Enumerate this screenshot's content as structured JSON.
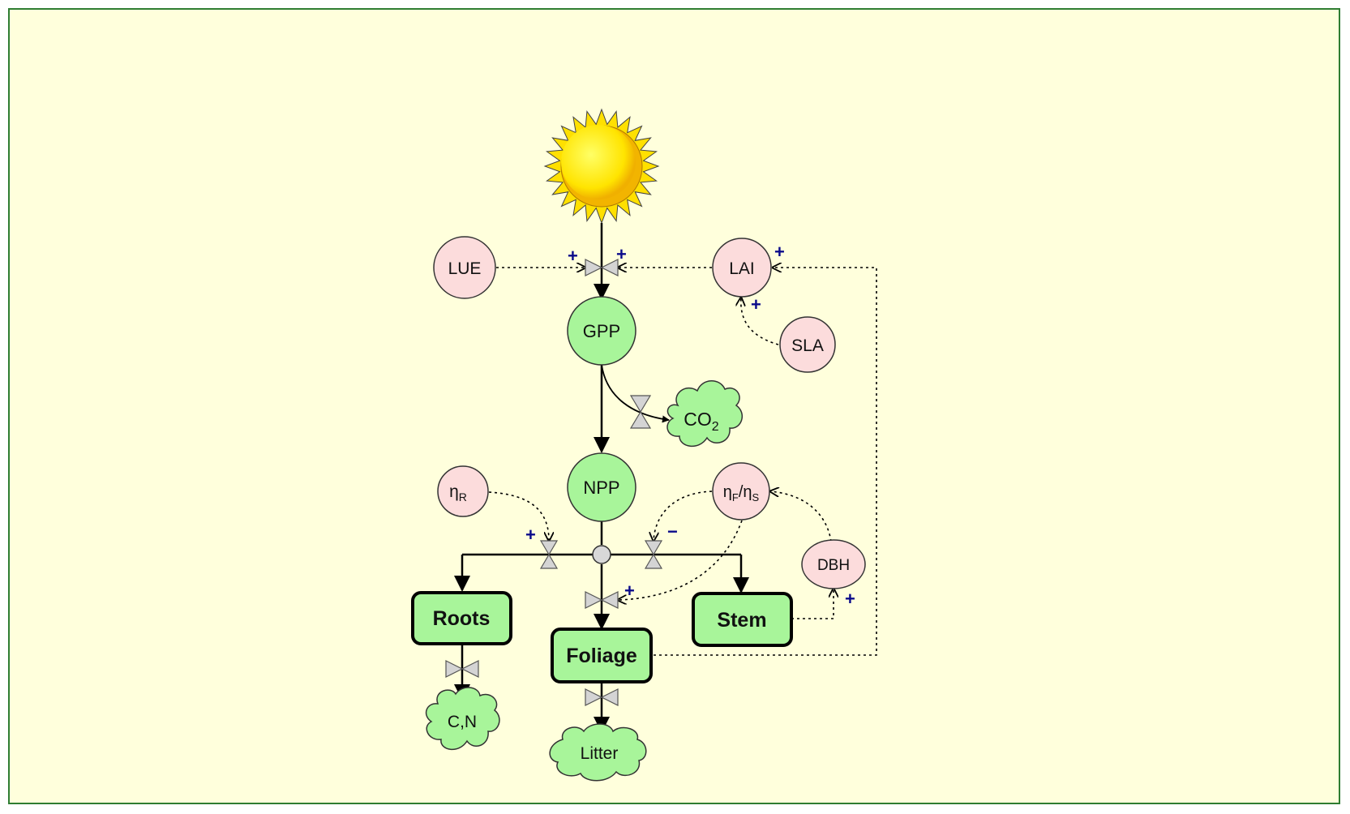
{
  "colors": {
    "background": "#ffffdc",
    "border": "#2f7d32",
    "aux_fill": "#fcdcdc",
    "stock_fill": "#a8f59a",
    "sign": "#0a0a8a"
  },
  "nodes": {
    "lue": "LUE",
    "lai": "LAI",
    "sla": "SLA",
    "gpp": "GPP",
    "npp": "NPP",
    "eta_r": "η",
    "eta_r_sub": "R",
    "eta_fs_1": "η",
    "eta_fs_sub1": "F",
    "eta_fs_slash": "/η",
    "eta_fs_sub2": "S",
    "dbh": "DBH",
    "co2": "CO",
    "co2_sub": "2",
    "roots": "Roots",
    "foliage": "Foliage",
    "stem": "Stem",
    "cn": "C,N",
    "litter": "Litter"
  },
  "signs": {
    "lue_plus": "+",
    "lai_plus": "+",
    "lai_in_plus": "+",
    "sla_plus": "+",
    "eta_r_plus": "+",
    "stem_minus": "−",
    "foliage_plus": "+",
    "dbh_plus": "+"
  },
  "icons": [
    "sun-icon",
    "valve-icon",
    "cloud-icon",
    "junction-icon"
  ]
}
